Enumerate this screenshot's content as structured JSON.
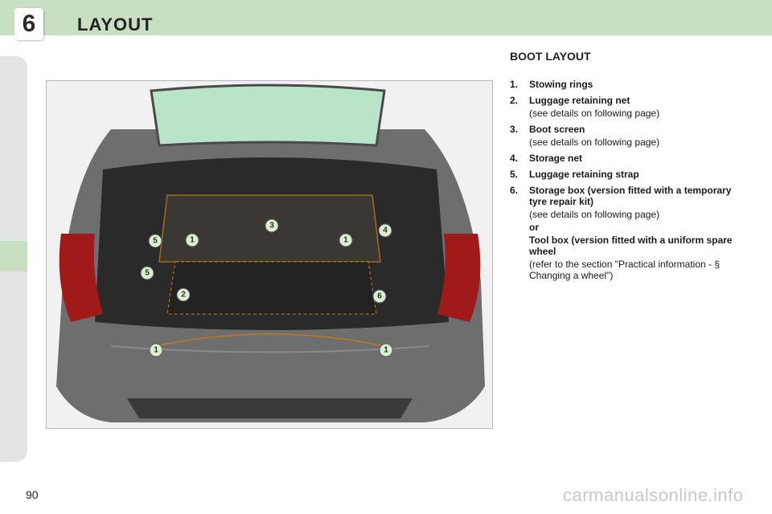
{
  "header": {
    "chapter_number": "6",
    "title": "LAYOUT"
  },
  "section": {
    "heading": "BOOT LAYOUT"
  },
  "items": [
    {
      "number": "1.",
      "title": "Stowing rings"
    },
    {
      "number": "2.",
      "title": "Luggage retaining net",
      "note": "(see details on following page)"
    },
    {
      "number": "3.",
      "title": "Boot screen",
      "note": "(see details on following page)"
    },
    {
      "number": "4.",
      "title": "Storage net"
    },
    {
      "number": "5.",
      "title": "Luggage retaining strap"
    },
    {
      "number": "6.",
      "title": "Storage box (version fitted with a temporary tyre repair kit)",
      "note": "(see details on following page)",
      "or": "or",
      "alt_title": "Tool box (version fitted with a uniform spare wheel",
      "alt_note": "(refer to the section \"Practical information - § Changing a wheel\")"
    }
  ],
  "callouts": {
    "c1": "1",
    "c2": "2",
    "c3": "3",
    "c4": "4",
    "c5": "5",
    "c6": "6"
  },
  "footer": {
    "page_number": "90",
    "watermark": "carmanualsonline.info"
  }
}
